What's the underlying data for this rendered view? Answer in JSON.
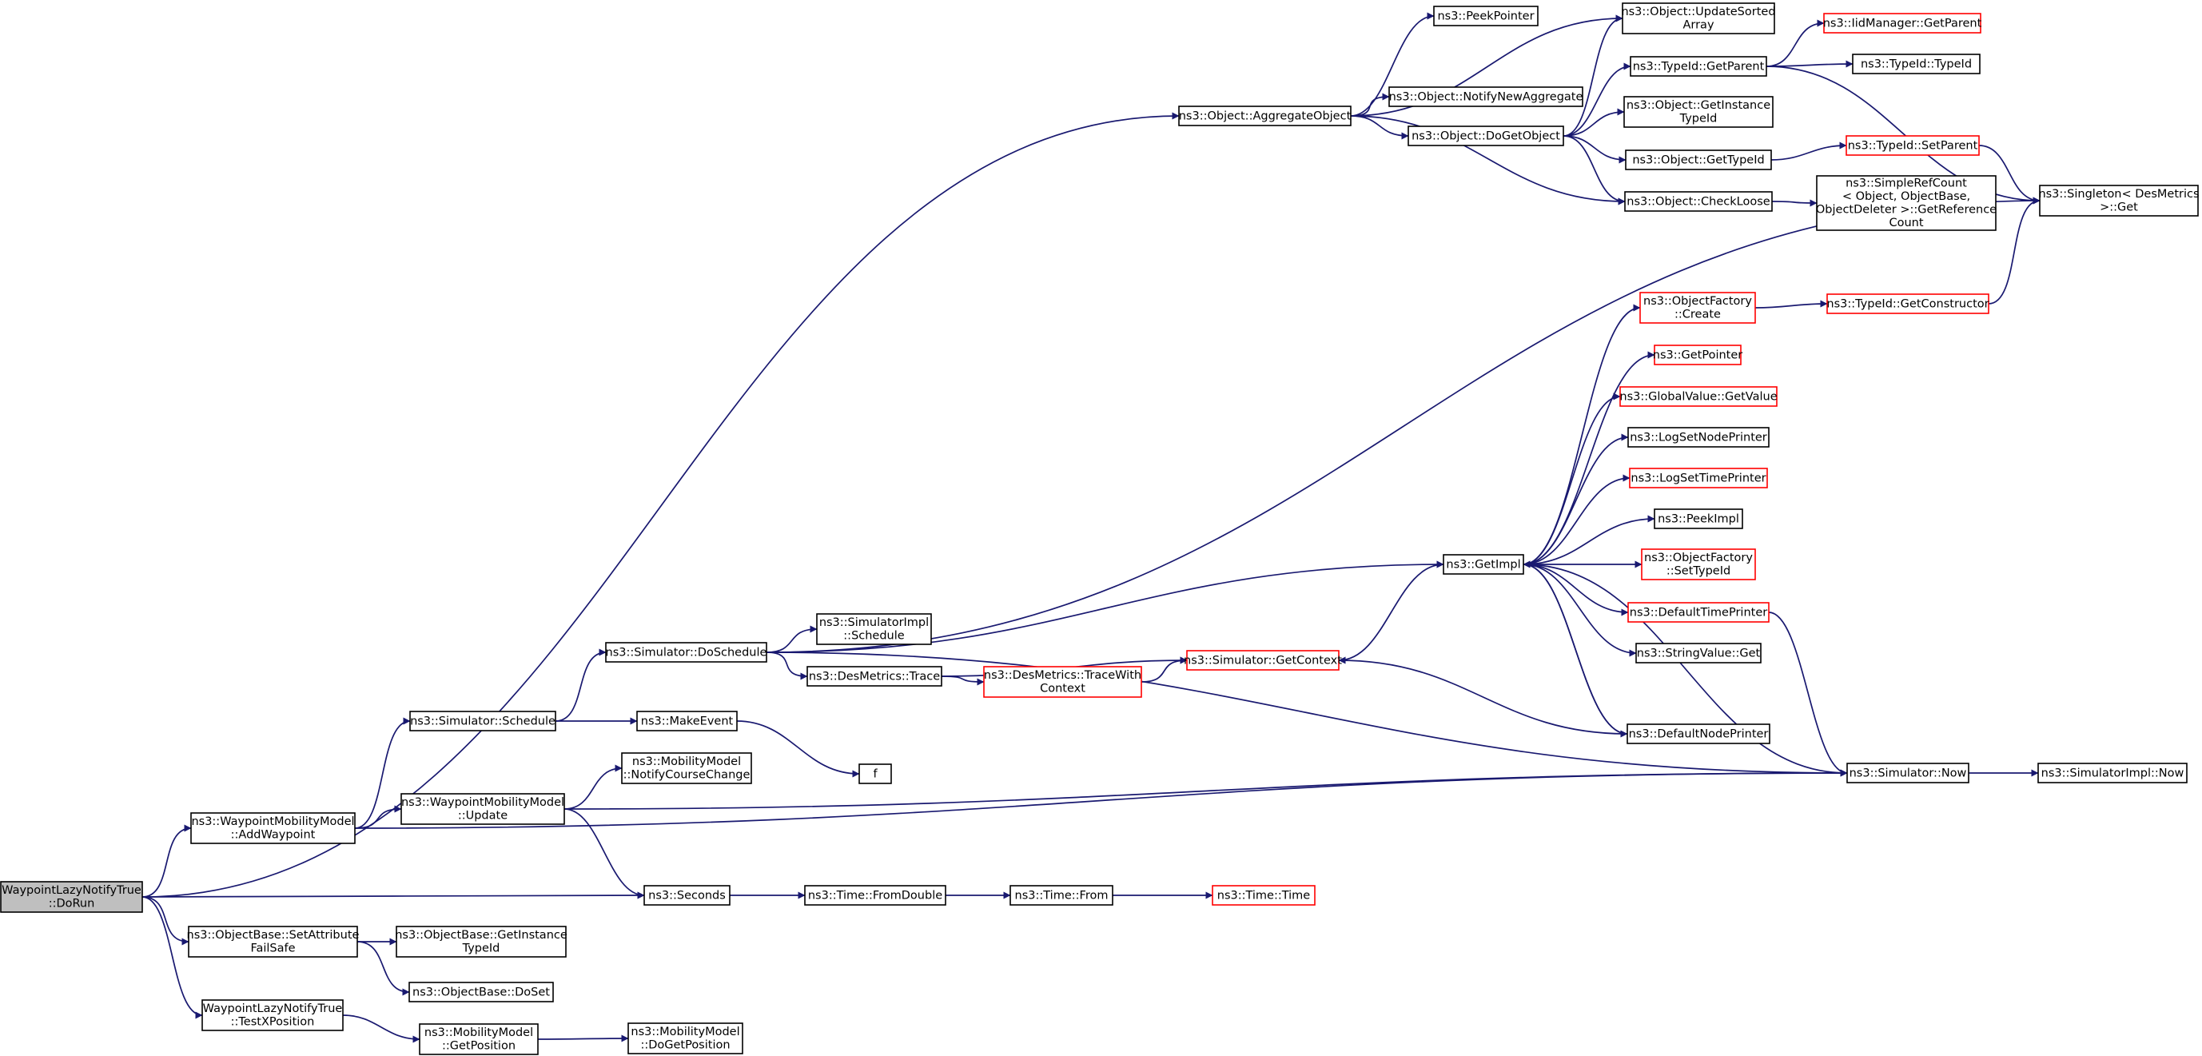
{
  "colors": {
    "edge": "#191970",
    "node_border": "#000000",
    "node_border_red": "#ff0000",
    "root_fill": "#bfbfbf",
    "fill": "#ffffff"
  },
  "nodes": [
    {
      "id": "root",
      "lines": [
        "WaypointLazyNotifyTrue",
        "::DoRun"
      ],
      "style": "root"
    },
    {
      "id": "wmm_add",
      "lines": [
        "ns3::WaypointMobilityModel",
        "::AddWaypoint"
      ],
      "style": "black"
    },
    {
      "id": "ob_setattr",
      "lines": [
        "ns3::ObjectBase::SetAttribute",
        "FailSafe"
      ],
      "style": "black"
    },
    {
      "id": "testx",
      "lines": [
        "WaypointLazyNotifyTrue",
        "::TestXPosition"
      ],
      "style": "black"
    },
    {
      "id": "sim_sched",
      "lines": [
        "ns3::Simulator::Schedule"
      ],
      "style": "black"
    },
    {
      "id": "wmm_update",
      "lines": [
        "ns3::WaypointMobilityModel",
        "::Update"
      ],
      "style": "black"
    },
    {
      "id": "ob_getinst",
      "lines": [
        "ns3::ObjectBase::GetInstance",
        "TypeId"
      ],
      "style": "black"
    },
    {
      "id": "ob_doset",
      "lines": [
        "ns3::ObjectBase::DoSet"
      ],
      "style": "black"
    },
    {
      "id": "mm_getpos",
      "lines": [
        "ns3::MobilityModel",
        "::GetPosition"
      ],
      "style": "black"
    },
    {
      "id": "mm_dogetpos",
      "lines": [
        "ns3::MobilityModel",
        "::DoGetPosition"
      ],
      "style": "black"
    },
    {
      "id": "sim_dosched",
      "lines": [
        "ns3::Simulator::DoSchedule"
      ],
      "style": "black"
    },
    {
      "id": "makeevent",
      "lines": [
        "ns3::MakeEvent"
      ],
      "style": "black"
    },
    {
      "id": "mm_notify",
      "lines": [
        "ns3::MobilityModel",
        "::NotifyCourseChange"
      ],
      "style": "black"
    },
    {
      "id": "seconds",
      "lines": [
        "ns3::Seconds"
      ],
      "style": "black"
    },
    {
      "id": "time_fromdouble",
      "lines": [
        "ns3::Time::FromDouble"
      ],
      "style": "black"
    },
    {
      "id": "time_from",
      "lines": [
        "ns3::Time::From"
      ],
      "style": "black"
    },
    {
      "id": "time_time",
      "lines": [
        "ns3::Time::Time"
      ],
      "style": "red"
    },
    {
      "id": "f",
      "lines": [
        "f"
      ],
      "style": "black"
    },
    {
      "id": "simimpl_sched",
      "lines": [
        "ns3::SimulatorImpl",
        "::Schedule"
      ],
      "style": "black"
    },
    {
      "id": "dm_trace",
      "lines": [
        "ns3::DesMetrics::Trace"
      ],
      "style": "black"
    },
    {
      "id": "dm_tracewith",
      "lines": [
        "ns3::DesMetrics::TraceWith",
        "Context"
      ],
      "style": "red"
    },
    {
      "id": "sim_getctx",
      "lines": [
        "ns3::Simulator::GetContext"
      ],
      "style": "red"
    },
    {
      "id": "getimpl",
      "lines": [
        "ns3::GetImpl"
      ],
      "style": "black"
    },
    {
      "id": "sim_now",
      "lines": [
        "ns3::Simulator::Now"
      ],
      "style": "black"
    },
    {
      "id": "simimpl_now",
      "lines": [
        "ns3::SimulatorImpl::Now"
      ],
      "style": "black"
    },
    {
      "id": "obj_aggregate",
      "lines": [
        "ns3::Object::AggregateObject"
      ],
      "style": "black"
    },
    {
      "id": "peekpointer",
      "lines": [
        "ns3::PeekPointer"
      ],
      "style": "black"
    },
    {
      "id": "obj_notifynew",
      "lines": [
        "ns3::Object::NotifyNewAggregate"
      ],
      "style": "black"
    },
    {
      "id": "obj_dogetobj",
      "lines": [
        "ns3::Object::DoGetObject"
      ],
      "style": "black"
    },
    {
      "id": "obj_updatesorted",
      "lines": [
        "ns3::Object::UpdateSorted",
        "Array"
      ],
      "style": "black"
    },
    {
      "id": "tid_getparent",
      "lines": [
        "ns3::TypeId::GetParent"
      ],
      "style": "black"
    },
    {
      "id": "obj_getinsttid",
      "lines": [
        "ns3::Object::GetInstance",
        "TypeId"
      ],
      "style": "black"
    },
    {
      "id": "obj_gettid",
      "lines": [
        "ns3::Object::GetTypeId"
      ],
      "style": "black"
    },
    {
      "id": "obj_checkloose",
      "lines": [
        "ns3::Object::CheckLoose"
      ],
      "style": "black"
    },
    {
      "id": "iidmgr_getparent",
      "lines": [
        "ns3::IidManager::GetParent"
      ],
      "style": "red"
    },
    {
      "id": "tid_typeid",
      "lines": [
        "ns3::TypeId::TypeId"
      ],
      "style": "black"
    },
    {
      "id": "tid_setparent",
      "lines": [
        "ns3::TypeId::SetParent"
      ],
      "style": "red"
    },
    {
      "id": "simplerefcount",
      "lines": [
        "ns3::SimpleRefCount",
        "< Object, ObjectBase,",
        " ObjectDeleter >::GetReference",
        "Count"
      ],
      "style": "black"
    },
    {
      "id": "singleton_get",
      "lines": [
        "ns3::Singleton< DesMetrics",
        " >::Get"
      ],
      "style": "black"
    },
    {
      "id": "objfactory_create",
      "lines": [
        "ns3::ObjectFactory",
        "::Create"
      ],
      "style": "red"
    },
    {
      "id": "tid_getctor",
      "lines": [
        "ns3::TypeId::GetConstructor"
      ],
      "style": "red"
    },
    {
      "id": "getpointer",
      "lines": [
        "ns3::GetPointer"
      ],
      "style": "red"
    },
    {
      "id": "gv_getvalue",
      "lines": [
        "ns3::GlobalValue::GetValue"
      ],
      "style": "red"
    },
    {
      "id": "logsetnode",
      "lines": [
        "ns3::LogSetNodePrinter"
      ],
      "style": "black"
    },
    {
      "id": "logsettime",
      "lines": [
        "ns3::LogSetTimePrinter"
      ],
      "style": "red"
    },
    {
      "id": "peekimpl",
      "lines": [
        "ns3::PeekImpl"
      ],
      "style": "black"
    },
    {
      "id": "objfactory_settid",
      "lines": [
        "ns3::ObjectFactory",
        "::SetTypeId"
      ],
      "style": "red"
    },
    {
      "id": "defaulttime",
      "lines": [
        "ns3::DefaultTimePrinter"
      ],
      "style": "red"
    },
    {
      "id": "stringvalue_get",
      "lines": [
        "ns3::StringValue::Get"
      ],
      "style": "black"
    },
    {
      "id": "defaultnode",
      "lines": [
        "ns3::DefaultNodePrinter"
      ],
      "style": "black"
    }
  ],
  "edges": [
    [
      "root",
      "wmm_add"
    ],
    [
      "root",
      "ob_setattr"
    ],
    [
      "root",
      "testx"
    ],
    [
      "root",
      "seconds"
    ],
    [
      "root",
      "obj_aggregate"
    ],
    [
      "wmm_add",
      "sim_sched"
    ],
    [
      "wmm_add",
      "wmm_update"
    ],
    [
      "wmm_add",
      "sim_now"
    ],
    [
      "ob_setattr",
      "ob_getinst"
    ],
    [
      "ob_setattr",
      "ob_doset"
    ],
    [
      "testx",
      "mm_getpos"
    ],
    [
      "mm_getpos",
      "mm_dogetpos"
    ],
    [
      "sim_sched",
      "sim_dosched"
    ],
    [
      "sim_sched",
      "makeevent"
    ],
    [
      "wmm_update",
      "mm_notify"
    ],
    [
      "wmm_update",
      "seconds"
    ],
    [
      "wmm_update",
      "sim_now"
    ],
    [
      "makeevent",
      "f"
    ],
    [
      "seconds",
      "time_fromdouble"
    ],
    [
      "time_fromdouble",
      "time_from"
    ],
    [
      "time_from",
      "time_time"
    ],
    [
      "sim_dosched",
      "simimpl_sched"
    ],
    [
      "sim_dosched",
      "dm_trace"
    ],
    [
      "sim_dosched",
      "getimpl"
    ],
    [
      "sim_dosched",
      "singleton_get"
    ],
    [
      "sim_dosched",
      "sim_now"
    ],
    [
      "dm_trace",
      "dm_tracewith"
    ],
    [
      "dm_trace",
      "sim_getctx"
    ],
    [
      "dm_tracewith",
      "sim_getctx"
    ],
    [
      "sim_getctx",
      "getimpl"
    ],
    [
      "getimpl",
      "objfactory_create"
    ],
    [
      "getimpl",
      "getpointer"
    ],
    [
      "getimpl",
      "gv_getvalue"
    ],
    [
      "getimpl",
      "logsetnode"
    ],
    [
      "getimpl",
      "logsettime"
    ],
    [
      "getimpl",
      "peekimpl"
    ],
    [
      "getimpl",
      "objfactory_settid"
    ],
    [
      "getimpl",
      "defaulttime"
    ],
    [
      "getimpl",
      "stringvalue_get"
    ],
    [
      "getimpl",
      "defaultnode"
    ],
    [
      "defaultnode",
      "getimpl"
    ],
    [
      "defaultnode",
      "sim_getctx"
    ],
    [
      "sim_now",
      "getimpl"
    ],
    [
      "sim_now",
      "simimpl_now"
    ],
    [
      "defaulttime",
      "sim_now"
    ],
    [
      "objfactory_create",
      "tid_getctor"
    ],
    [
      "tid_getctor",
      "singleton_get"
    ],
    [
      "obj_aggregate",
      "peekpointer"
    ],
    [
      "obj_aggregate",
      "obj_updatesorted"
    ],
    [
      "obj_aggregate",
      "obj_notifynew"
    ],
    [
      "obj_aggregate",
      "obj_dogetobj"
    ],
    [
      "obj_aggregate",
      "obj_checkloose"
    ],
    [
      "obj_dogetobj",
      "obj_updatesorted"
    ],
    [
      "obj_dogetobj",
      "tid_getparent"
    ],
    [
      "obj_dogetobj",
      "obj_getinsttid"
    ],
    [
      "obj_dogetobj",
      "obj_gettid"
    ],
    [
      "obj_dogetobj",
      "obj_checkloose"
    ],
    [
      "tid_getparent",
      "iidmgr_getparent"
    ],
    [
      "tid_getparent",
      "tid_typeid"
    ],
    [
      "tid_getparent",
      "singleton_get"
    ],
    [
      "obj_gettid",
      "tid_setparent"
    ],
    [
      "tid_setparent",
      "singleton_get"
    ],
    [
      "obj_checkloose",
      "simplerefcount"
    ]
  ]
}
